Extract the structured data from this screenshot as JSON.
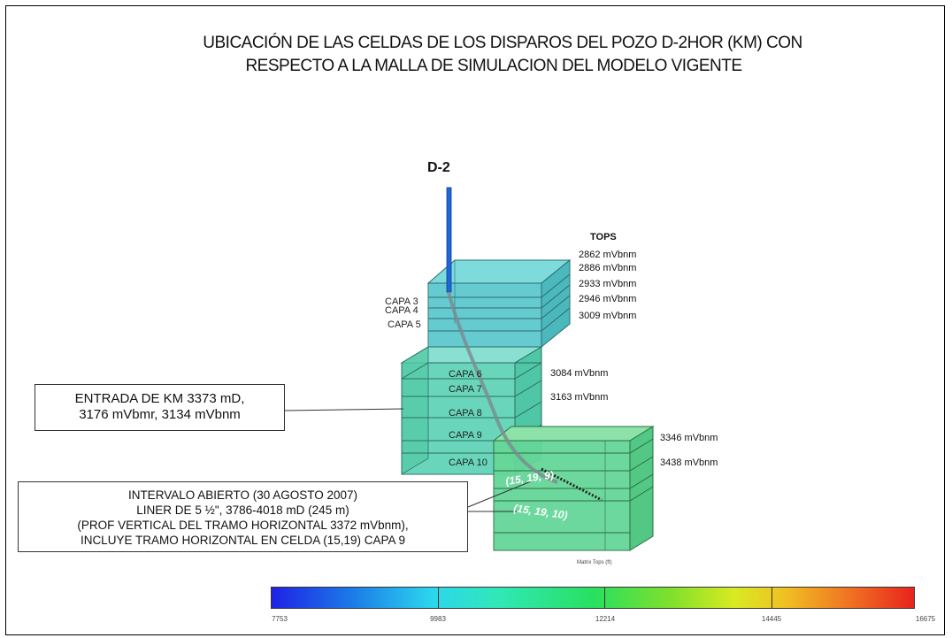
{
  "title": {
    "line1": "UBICACIÓN DE LAS CELDAS DE LOS DISPAROS DEL POZO D-2HOR (KM) CON",
    "line2": "RESPECTO A LA MALLA DE SIMULACION DEL MODELO VIGENTE"
  },
  "well": {
    "name": "D-2"
  },
  "tops": {
    "header": "TOPS",
    "labels": [
      "2862 mVbnm",
      "2886 mVbnm",
      "2933 mVbnm",
      "2946 mVbnm",
      "3009 mVbnm",
      "3084 mVbnm",
      "3163 mVbnm",
      "3346 mVbnm",
      "3438 mVbnm"
    ]
  },
  "layers": {
    "capa3": "CAPA 3",
    "capa4": "CAPA 4",
    "capa5": "CAPA 5",
    "capa6": "CAPA 6",
    "capa7": "CAPA 7",
    "capa8": "CAPA 8",
    "capa9": "CAPA 9",
    "capa10": "CAPA 10"
  },
  "cells": {
    "cell_a": "(15, 19, 9)",
    "cell_b": "(15, 19, 10)"
  },
  "callout_entry": {
    "line1": "ENTRADA DE KM 3373 mD,",
    "line2": "3176 mVbmr, 3134 mVbnm"
  },
  "callout_interval": {
    "line1": "INTERVALO ABIERTO (30 AGOSTO 2007)",
    "line2": "LINER DE 5 ½\",  3786-4018 mD (245 m)",
    "line3": "(PROF VERTICAL DEL TRAMO HORIZONTAL 3372 mVbnm),",
    "line4": "INCLUYE TRAMO HORIZONTAL EN CELDA  (15,19) CAPA 9"
  },
  "colorbar": {
    "title": "Matrix Tops (ft)",
    "ticks": [
      "7753",
      "9983",
      "12214",
      "14445",
      "16675"
    ],
    "colors": {
      "low": "#1f22e6",
      "high": "#e8231e"
    }
  },
  "colors": {
    "upper_block": "#5cc8cc",
    "mid_block": "#5cd4b8",
    "lower_block": "#5cd89a",
    "well": "#1f66d8"
  }
}
